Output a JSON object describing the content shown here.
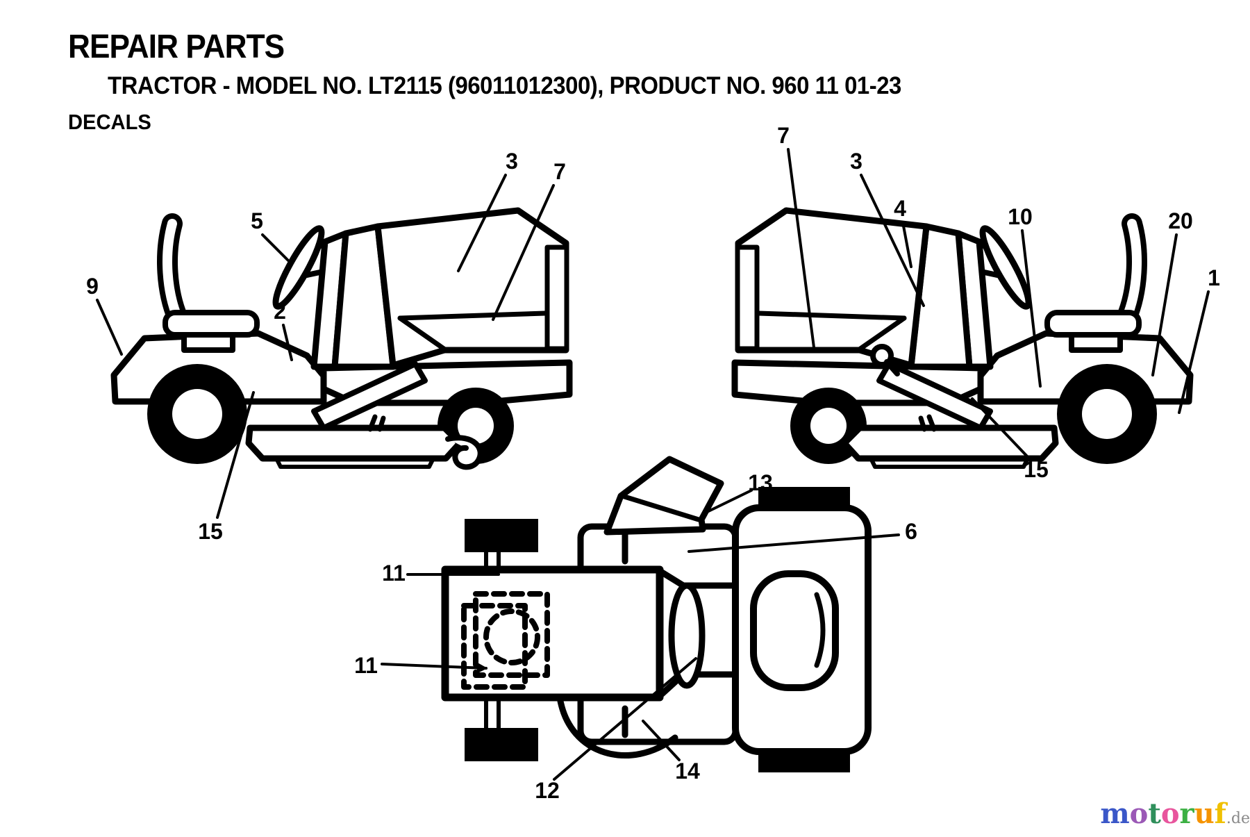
{
  "header": {
    "title": "REPAIR PARTS",
    "subtitle": "TRACTOR - MODEL NO. LT2115 (96011012300), PRODUCT NO. 960 11 01-23",
    "section": "DECALS"
  },
  "figures": {
    "left_side": {
      "callouts": [
        {
          "n": "3"
        },
        {
          "n": "7"
        },
        {
          "n": "5"
        },
        {
          "n": "9"
        },
        {
          "n": "2"
        },
        {
          "n": "15"
        }
      ]
    },
    "right_side": {
      "callouts": [
        {
          "n": "7"
        },
        {
          "n": "3"
        },
        {
          "n": "4"
        },
        {
          "n": "10"
        },
        {
          "n": "20"
        },
        {
          "n": "1"
        },
        {
          "n": "15"
        }
      ]
    },
    "top_view": {
      "callouts": [
        {
          "n": "13"
        },
        {
          "n": "6"
        },
        {
          "n": "11"
        },
        {
          "n": "11"
        },
        {
          "n": "12"
        },
        {
          "n": "14"
        }
      ]
    }
  },
  "watermark": {
    "letters": [
      {
        "ch": "m",
        "color": "#3A57C8"
      },
      {
        "ch": "o",
        "color": "#9B59B6"
      },
      {
        "ch": "t",
        "color": "#2F8F5B"
      },
      {
        "ch": "o",
        "color": "#E8559D"
      },
      {
        "ch": "r",
        "color": "#3CB043"
      },
      {
        "ch": "u",
        "color": "#F59300"
      },
      {
        "ch": "f",
        "color": "#F0C000"
      }
    ],
    "suffix": ".de",
    "suffix_color": "#8A8A8A"
  }
}
